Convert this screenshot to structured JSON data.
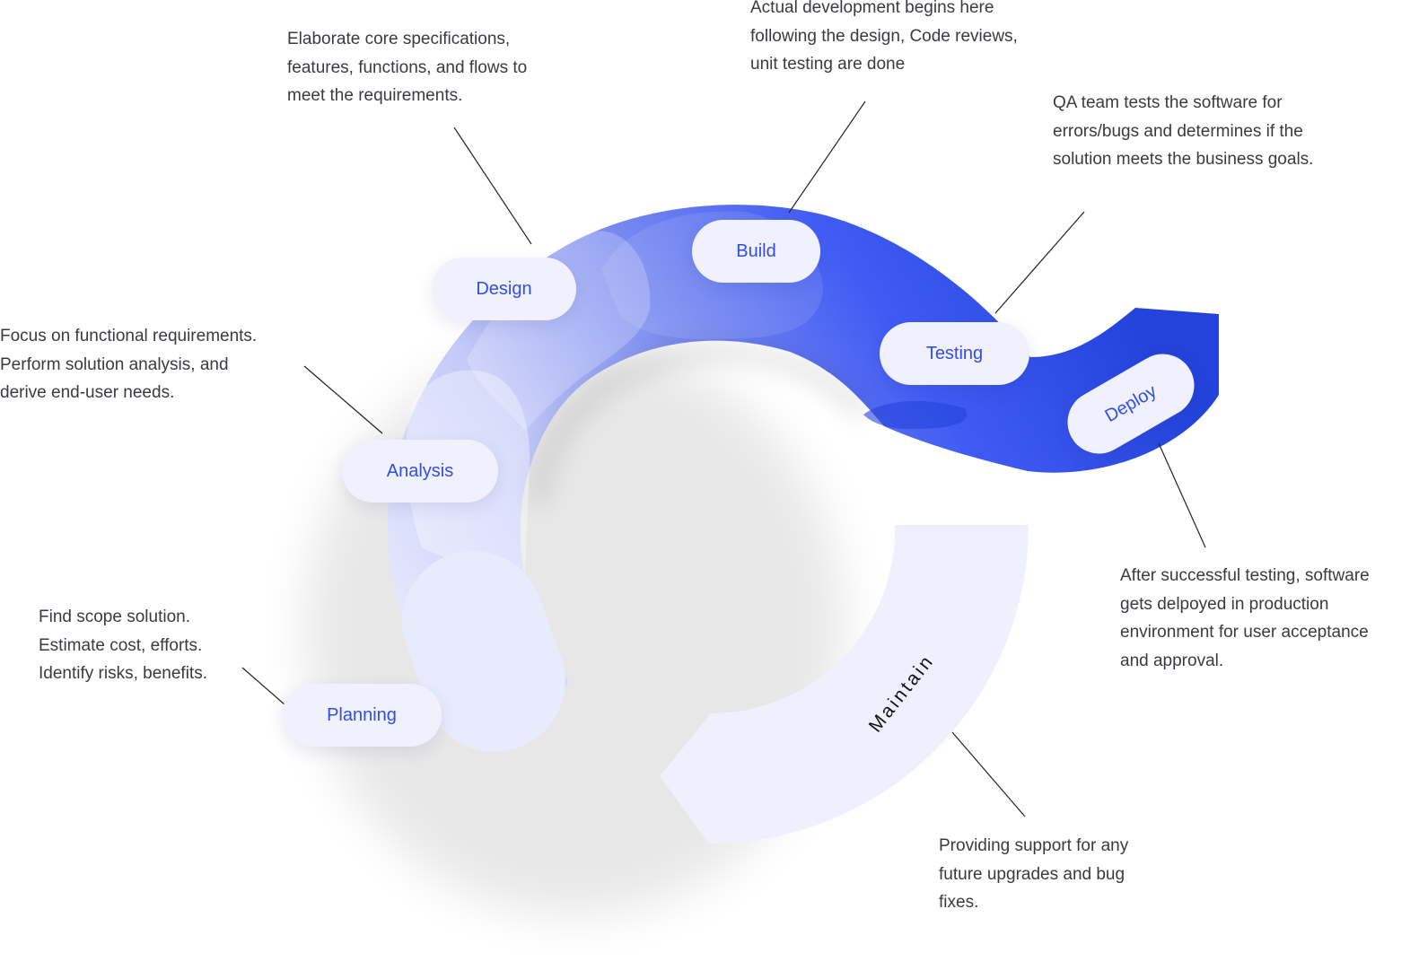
{
  "stages": [
    {
      "id": "planning",
      "label": "Planning",
      "description": "Find scope solution.\nEstimate cost, efforts.\nIdentify risks, benefits."
    },
    {
      "id": "analysis",
      "label": "Analysis",
      "description": "Focus on functional requirements.\nPerform solution analysis, and\nderive end-user needs."
    },
    {
      "id": "design",
      "label": "Design",
      "description": "Elaborate core specifications,\nfeatures, functions, and flows to\nmeet the requirements."
    },
    {
      "id": "build",
      "label": "Build",
      "description": "Actual development begins here\nfollowing the design, Code reviews,\nunit testing are done"
    },
    {
      "id": "testing",
      "label": "Testing",
      "description": "QA team tests the software for\nerrors/bugs and determines if the\nsolution meets the business goals."
    },
    {
      "id": "deploy",
      "label": "Deploy",
      "description": "After successful testing, software\ngets delpoyed in production\nenvironment for user acceptance\nand approval."
    },
    {
      "id": "maintain",
      "label": "Maintain",
      "description": "Providing support for any\nfuture upgrades and bug\nfixes."
    }
  ],
  "colors": {
    "accent": "#2f4ee6",
    "pill_background": "#f0f1fc",
    "ring_dark": "#2443dc",
    "ring_light": "#c3caf8",
    "maintain_band": "#eef0fd",
    "text": "#3a3a40"
  }
}
